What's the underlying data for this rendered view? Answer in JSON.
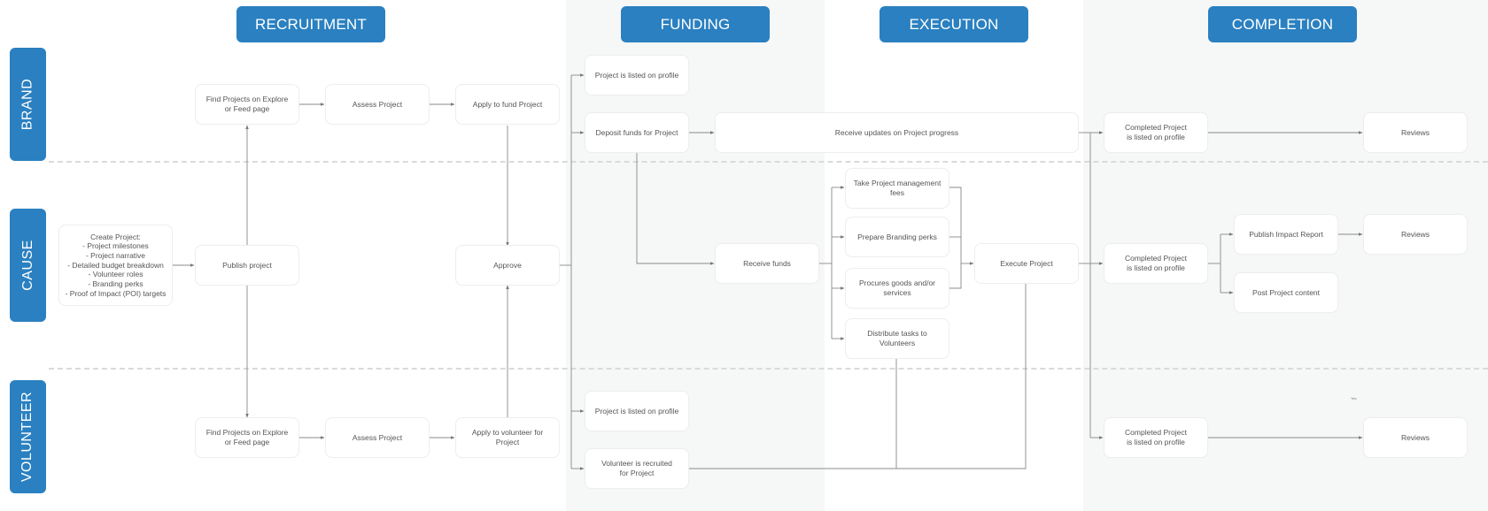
{
  "phases": [
    "RECRUITMENT",
    "FUNDING",
    "EXECUTION",
    "COMPLETION"
  ],
  "lanes": [
    "BRAND",
    "CAUSE",
    "VOLUNTEER"
  ],
  "nodes": {
    "brand_find": "Find Projects on Explore\nor Feed page",
    "brand_assess": "Assess Project",
    "brand_apply": "Apply to fund Project",
    "brand_listed": "Project is listed on profile",
    "brand_deposit": "Deposit funds for Project",
    "brand_updates": "Receive updates on Project progress",
    "brand_completed": "Completed Project\nis listed on profile",
    "brand_reviews": "Reviews",
    "cause_create": "Create Project:\n- Project milestones\n- Project narrative\n- Detailed budget breakdown\n- Volunteer roles\n- Branding perks\n- Proof of Impact (POI) targets",
    "cause_publish": "Publish project",
    "cause_approve": "Approve",
    "cause_receive": "Receive funds",
    "cause_fees": "Take Project management fees",
    "cause_perks": "Prepare Branding perks",
    "cause_procure": "Procures goods and/or services",
    "cause_distribute": "Distribute tasks to Volunteers",
    "cause_execute": "Execute Project",
    "cause_completed": "Completed Project\nis listed on profile",
    "cause_report": "Publish Impact Report",
    "cause_content": "Post Project content",
    "cause_reviews": "Reviews",
    "vol_find": "Find Projects on Explore\nor Feed page",
    "vol_assess": "Assess Project",
    "vol_apply": "Apply to volunteer for Project",
    "vol_listed": "Project is listed on profile",
    "vol_recruited": "Volunteer is recruited\nfor Project",
    "vol_completed": "Completed Project\nis listed on profile",
    "vol_reviews": "Reviews"
  },
  "stray_mark": "Yes",
  "colors": {
    "accent": "#2a80c0",
    "band": "#f6f7f7",
    "line": "#888888",
    "divider": "#dadada"
  }
}
